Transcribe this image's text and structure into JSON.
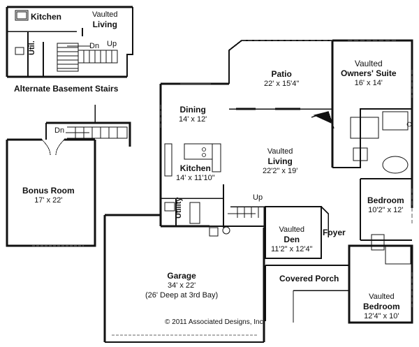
{
  "inset": {
    "kitchen": "Kitchen",
    "vaulted": "Vaulted",
    "living": "Living",
    "util": "Util.",
    "dn": "Dn",
    "up": "Up",
    "caption": "Alternate Basement Stairs"
  },
  "rooms": {
    "patio": {
      "name": "Patio",
      "dim": "22' x 15'4\""
    },
    "owners": {
      "line1": "Vaulted",
      "line2": "Owners' Suite",
      "dim": "16' x 14'"
    },
    "dining": {
      "name": "Dining",
      "dim": "14' x 12'"
    },
    "living": {
      "line1": "Vaulted",
      "line2": "Living",
      "dim": "22'2\" x 19'"
    },
    "kitchen": {
      "name": "Kitchen",
      "dim": "14' x 11'10\""
    },
    "bedroom1": {
      "name": "Bedroom",
      "dim": "10'2\" x 12'"
    },
    "bonus": {
      "name": "Bonus Room",
      "dim": "17' x 22'"
    },
    "utility": {
      "name": "Utility"
    },
    "den": {
      "line1": "Vaulted",
      "line2": "Den",
      "dim": "11'2\" x 12'4\""
    },
    "foyer": {
      "name": "Foyer"
    },
    "garage": {
      "name": "Garage",
      "dim": "34' x 22'",
      "note": "(26' Deep at 3rd Bay)"
    },
    "porch": {
      "name": "Covered Porch"
    },
    "bedroom2": {
      "line1": "Vaulted",
      "line2": "Bedroom",
      "dim": "12'4\" x 10'"
    }
  },
  "stairs": {
    "dn": "Dn",
    "up": "Up"
  },
  "copyright": "© 2011 Associated Designs, Inc."
}
